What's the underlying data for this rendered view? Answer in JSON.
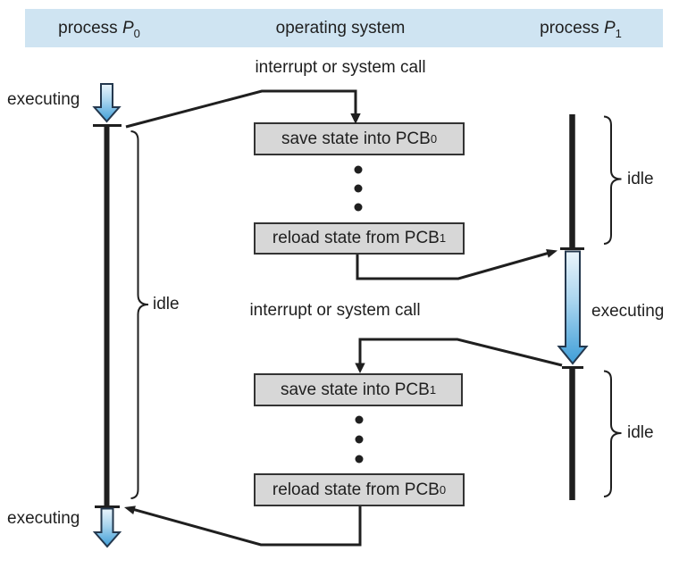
{
  "header": {
    "col_p0": {
      "prefix": "process ",
      "symbol": "P",
      "sub": "0"
    },
    "col_os": {
      "label": "operating system"
    },
    "col_p1": {
      "prefix": "process ",
      "symbol": "P",
      "sub": "1"
    }
  },
  "labels": {
    "interrupt_top": "interrupt or system call",
    "interrupt_bottom": "interrupt or system call",
    "executing_p0_top": "executing",
    "executing_p0_bottom": "executing",
    "executing_p1": "executing",
    "idle_p0": "idle",
    "idle_p1_top": "idle",
    "idle_p1_bottom": "idle"
  },
  "boxes": [
    {
      "text": "save state into PCB",
      "sub": "0"
    },
    {
      "text": "reload state from PCB",
      "sub": "1"
    },
    {
      "text": "save state into PCB",
      "sub": "1"
    },
    {
      "text": "reload state from PCB",
      "sub": "0"
    }
  ],
  "colors": {
    "header_bg": "#cfe4f2",
    "box_fill": "#d7d7d7",
    "box_border": "#333333",
    "ink": "#1f1f1f",
    "arrow_gradient_top": "#eaf5fc",
    "arrow_gradient_bottom": "#3f9ed8",
    "arrow_outline": "#24384e"
  }
}
